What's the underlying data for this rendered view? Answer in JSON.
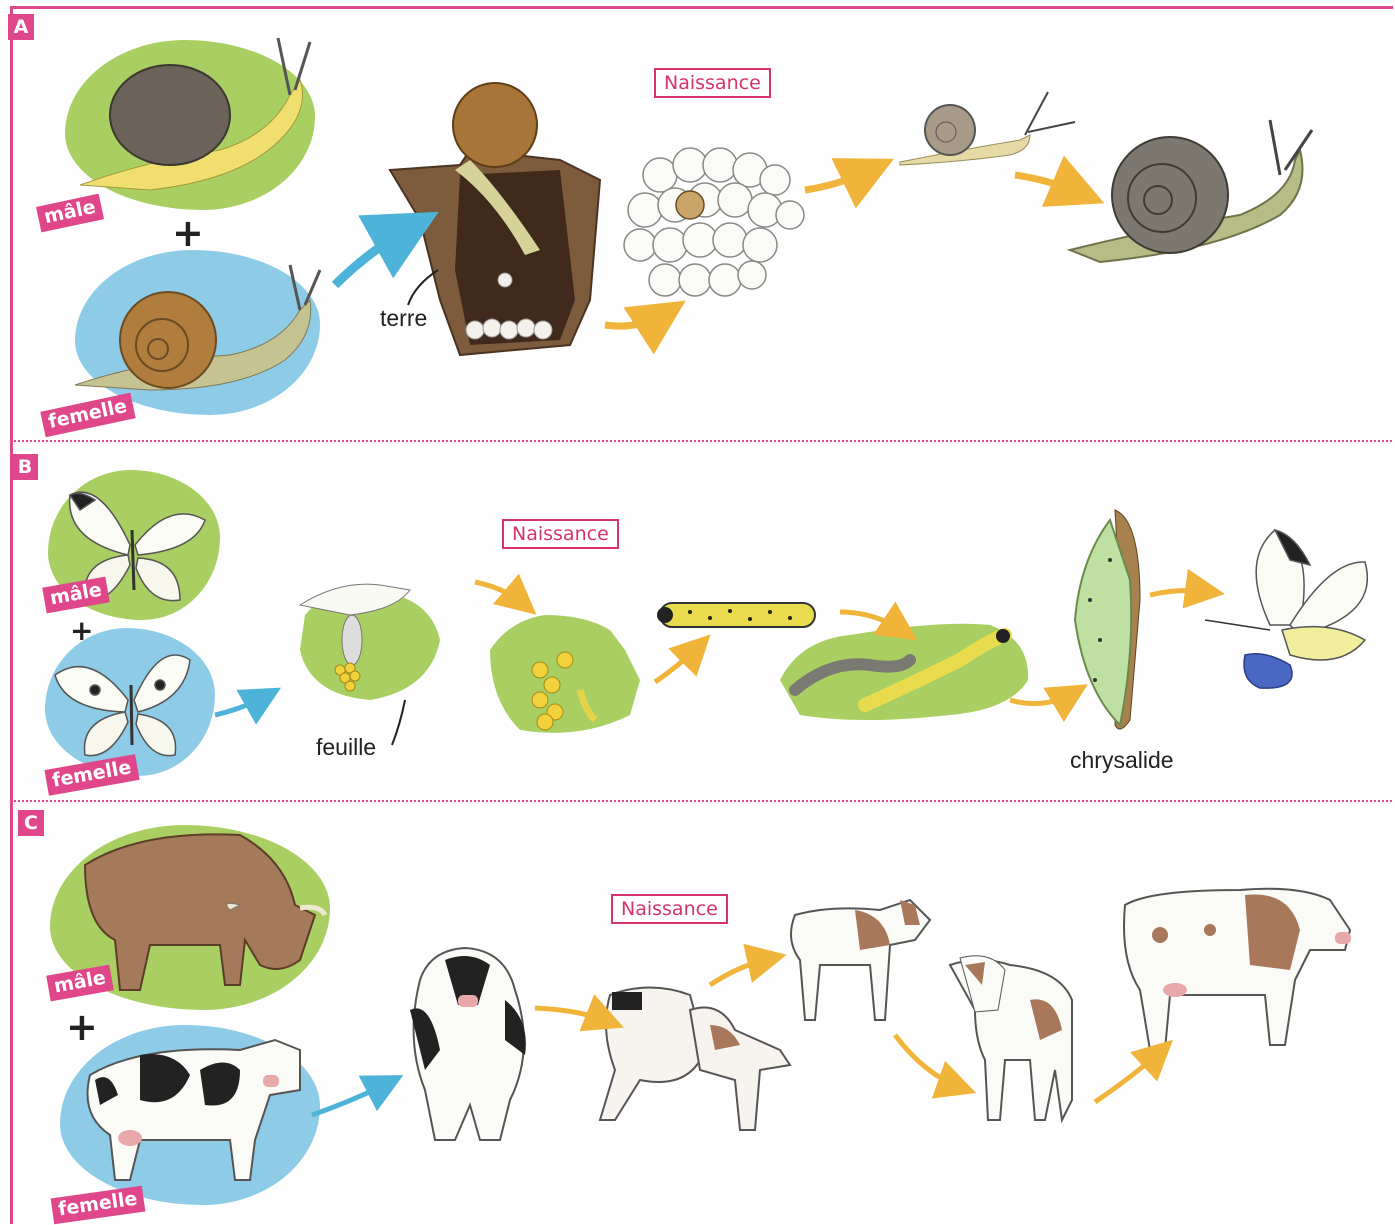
{
  "sections": [
    {
      "letter": "A",
      "male": "mâle",
      "female": "femelle",
      "plus": "+",
      "birth": "Naissance",
      "caption": "terre"
    },
    {
      "letter": "B",
      "male": "mâle",
      "female": "femelle",
      "plus": "+",
      "birth": "Naissance",
      "captions": [
        "feuille",
        "chrysalide"
      ]
    },
    {
      "letter": "C",
      "male": "mâle",
      "female": "femelle",
      "plus": "+",
      "birth": "Naissance"
    }
  ],
  "colors": {
    "accent": "#e0468a",
    "male_bg": "#a9cf62",
    "female_bg": "#8ecbe7",
    "arrow_orange": "#f0b43a",
    "arrow_blue": "#4eb3d8"
  }
}
